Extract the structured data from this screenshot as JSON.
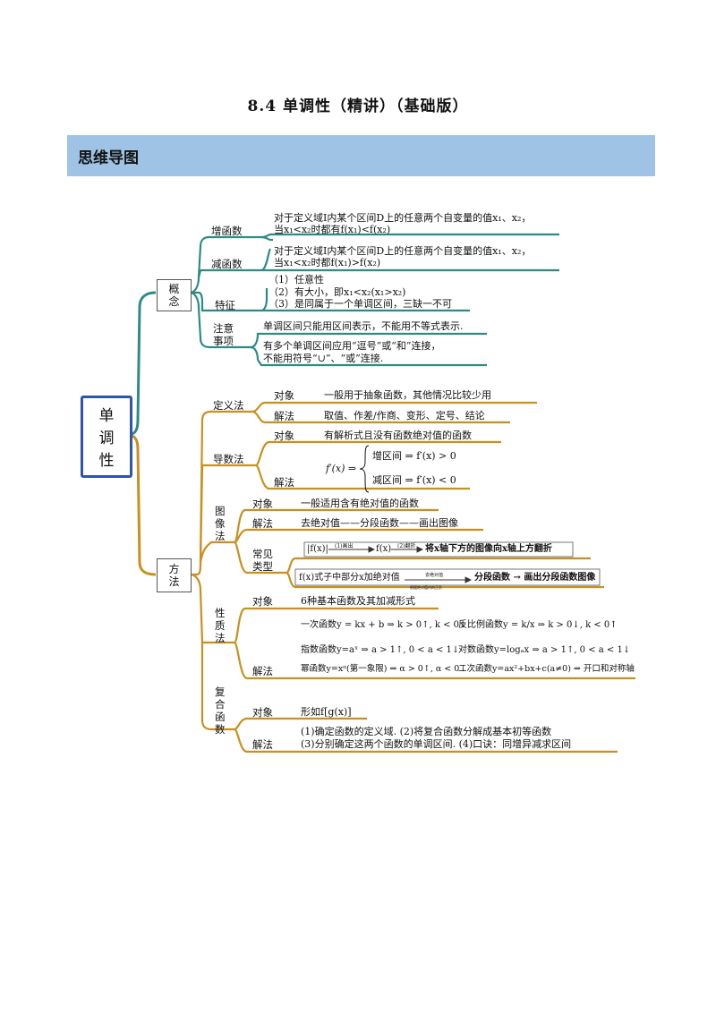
{
  "doc_title": "8.4  单调性（精讲）（基础版）",
  "section_heading": "思维导图",
  "root": "单\n调\n性",
  "gainian": {
    "label": "概\n念",
    "zeng_label": "增函数",
    "zeng_l1": "对于定义域I内某个区间D上的任意两个自变量的值x₁、x₂，",
    "zeng_l2": "当x₁<x₂时都有f(x₁)<f(x₂)",
    "jian_label": "减函数",
    "jian_l1": "对于定义域I内某个区间D上的任意两个自变量的值x₁、x₂，",
    "jian_l2": "当x₁<x₂时都f(x₁)>f(x₂)",
    "tezheng_label": "特征",
    "tz1": "（1）任意性",
    "tz2": "（2）有大小，即x₁<x₂(x₁>x₂)",
    "tz3": "（3）是同属于一个单调区间，三缺一不可",
    "zhuyi_label": "注意\n事项",
    "zy1": "单调区间只能用区间表示，不能用不等式表示.",
    "zy2a": "有多个单调区间应用“逗号”或“和”连接，",
    "zy2b": "不能用符号“∪”、“或”连接."
  },
  "fangfa": {
    "label": "方\n法",
    "dyf_label": "定义法",
    "dyf_obj_label": "对象",
    "dyf_obj": "一般用于抽象函数，其他情况比较少用",
    "dyf_sol_label": "解法",
    "dyf_sol": "取值、作差/作商、变形、定号、结论",
    "dsf_label": "导数法",
    "dsf_obj_label": "对象",
    "dsf_obj": "有解析式且没有函数绝对值的函数",
    "dsf_sol_label": "解法",
    "dsf_fx": "f′(x) ⇒",
    "dsf_inc": "增区间 ⇒ f′(x) > 0",
    "dsf_dec": "减区间 ⇒ f′(x) < 0",
    "tx_label": "图\n像\n法",
    "tx_obj_label": "对象",
    "tx_obj": "一般适用含有绝对值的函数",
    "tx_sol_label": "解法",
    "tx_sol": "去绝对值——分段函数——画出图像",
    "tx_cj_label": "常见\n类型",
    "tx_t1a": "|f(x)|",
    "tx_t1b": "(1)画出",
    "tx_t1c": "f(x)",
    "tx_t1d": "(2)翻折",
    "tx_t1e": "将x轴下方的图像向x轴上方翻折",
    "tx_t2a": "f(x)式子中部分x加绝对值",
    "tx_t2b": "去绝对值",
    "tx_t2c": "根据绝对值内的正负",
    "tx_t2d": "分段函数 → 画出分段函数图像",
    "xz_label": "性\n质\n法",
    "xz_obj_label": "对象",
    "xz_obj": "6种基本函数及其加减形式",
    "xz_sol_label": "解法",
    "xz_f1": "一次函数y = kx + b ⇒ k > 0↑, k < 0↓",
    "xz_f2": "反比例函数y = k/x ⇒ k > 0↓, k < 0↑",
    "xz_f3": "指数函数y=aˣ ⇒ a > 1↑, 0 < a < 1↓",
    "xz_f4": "对数函数y=logₐx ⇒ a > 1↑, 0 < a < 1↓",
    "xz_f5": "幂函数y=xᵅ(第一象限) ⇒ α > 0↑, α < 0↓",
    "xz_f6": "二次函数y=ax²+bx+c(a≠0) ⇒ 开口和对称轴",
    "fh_label": "复\n合\n函\n数",
    "fh_obj_label": "对象",
    "fh_obj": "形如f[g(x)]",
    "fh_sol_label": "解法",
    "fh_s1": "(1)确定函数的定义域. (2)将复合函数分解成基本初等函数",
    "fh_s2": "(3)分别确定这两个函数的单调区间. (4)口诀：同增异减求区间"
  },
  "colors": {
    "teal": "#2e8b84",
    "gold": "#c8901e",
    "banner": "#9fc3e4",
    "root_border": "#2f55a8"
  }
}
